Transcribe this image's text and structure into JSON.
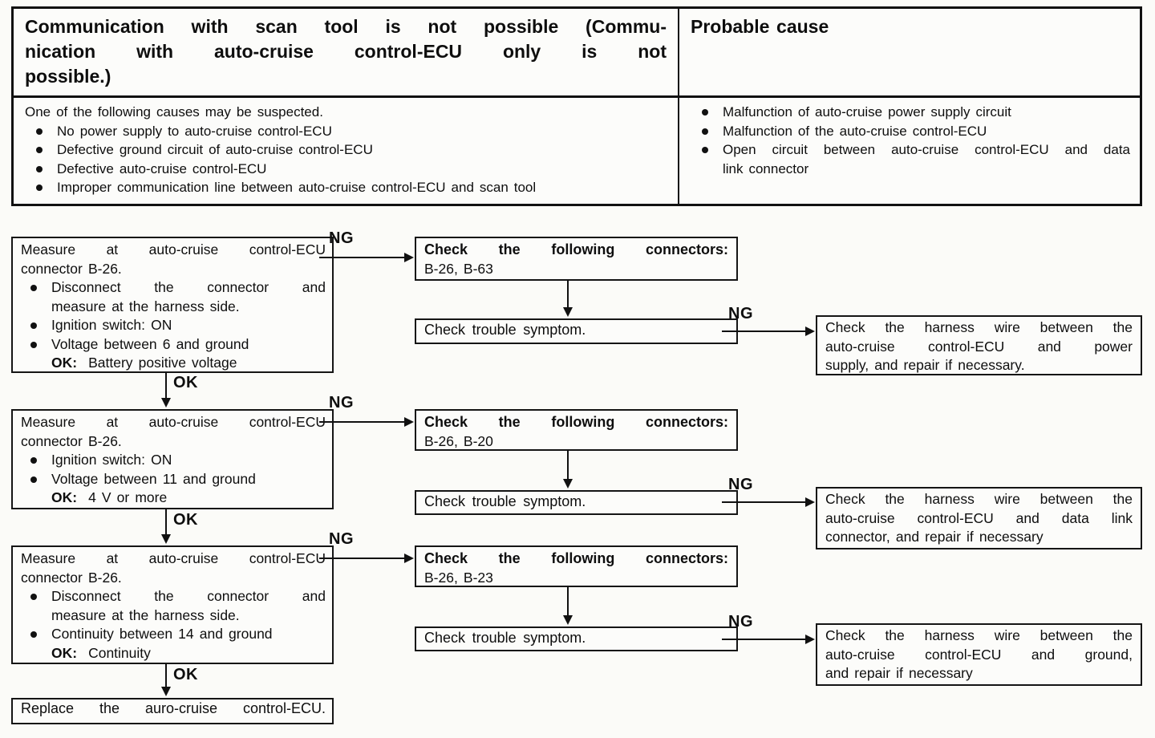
{
  "header": {
    "title_lines": [
      "Communication with scan tool is not possible (Commu-",
      "nication with auto-cruise control-ECU only is not",
      "possible.)"
    ],
    "probable_cause_label": "Probable cause",
    "intro": "One of the following causes may be suspected.",
    "causes": [
      "No power supply to auto-cruise control-ECU",
      "Defective ground circuit of auto-cruise control-ECU",
      "Defective auto-cruise control-ECU",
      "Improper communication line between auto-cruise control-ECU and scan tool"
    ],
    "probable_causes": [
      {
        "lines": [
          "Malfunction of auto-cruise power supply circuit",
          ""
        ]
      },
      {
        "lines": [
          "Malfunction of the auto-cruise control-ECU",
          ""
        ]
      },
      {
        "lines": [
          "Open circuit between auto-cruise control-ECU and data",
          "link connector"
        ]
      }
    ]
  },
  "flow": {
    "labels": {
      "ok": "OK",
      "ng": "NG"
    },
    "measure_boxes": [
      {
        "title_lines": [
          "Measure at auto-cruise control-ECU",
          "connector B-26."
        ],
        "bullets": [
          {
            "lines": [
              "Disconnect the connector and",
              "measure at the harness side."
            ]
          },
          {
            "lines": [
              "Ignition switch: ON",
              ""
            ]
          },
          {
            "lines": [
              "Voltage between 6 and ground",
              ""
            ]
          }
        ],
        "ok_label": "OK:",
        "ok_value": "Battery positive voltage"
      },
      {
        "title_lines": [
          "Measure at auto-cruise control-ECU",
          "connector B-26."
        ],
        "bullets": [
          {
            "lines": [
              "Ignition switch: ON",
              ""
            ]
          },
          {
            "lines": [
              "Voltage between 11 and ground",
              ""
            ]
          }
        ],
        "ok_label": "OK:",
        "ok_value": "4 V or more"
      },
      {
        "title_lines": [
          "Measure at auto-cruise control-ECU",
          "connector B-26."
        ],
        "bullets": [
          {
            "lines": [
              "Disconnect the connector and",
              "measure at the harness side."
            ]
          },
          {
            "lines": [
              "Continuity between 14 and ground",
              ""
            ]
          }
        ],
        "ok_label": "OK:",
        "ok_value": "Continuity"
      }
    ],
    "connector_boxes": [
      {
        "title": "Check the following connectors:",
        "connectors": "B-26, B-63"
      },
      {
        "title": "Check the following connectors:",
        "connectors": "B-26, B-20"
      },
      {
        "title": "Check the following connectors:",
        "connectors": "B-26, B-23"
      }
    ],
    "symptom_label": "Check trouble symptom.",
    "repair_boxes": [
      {
        "lines": [
          "Check the harness wire between the",
          "auto-cruise control-ECU and power",
          "supply, and repair if necessary."
        ]
      },
      {
        "lines": [
          "Check the harness wire between the",
          "auto-cruise control-ECU and data link",
          "connector, and repair if necessary"
        ]
      },
      {
        "lines": [
          "Check the harness wire between the",
          "auto-cruise control-ECU and ground,",
          "and repair if necessary"
        ]
      }
    ],
    "final_box": "Replace the auro-cruise control-ECU."
  }
}
